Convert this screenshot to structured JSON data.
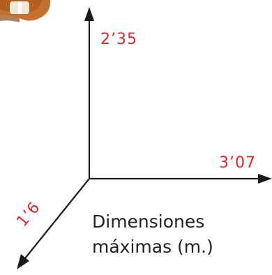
{
  "dimensions": {
    "height": "2’35",
    "width": "3’07",
    "depth": "1’6"
  },
  "caption": {
    "line1": "Dimensiones",
    "line2": "máximas (m.)"
  },
  "colors": {
    "axis": "#1a1a1a",
    "dimension_text": "#e0262b",
    "caption_text": "#222222",
    "product_body": "#c4702e",
    "product_inner": "#f2e6d8"
  }
}
